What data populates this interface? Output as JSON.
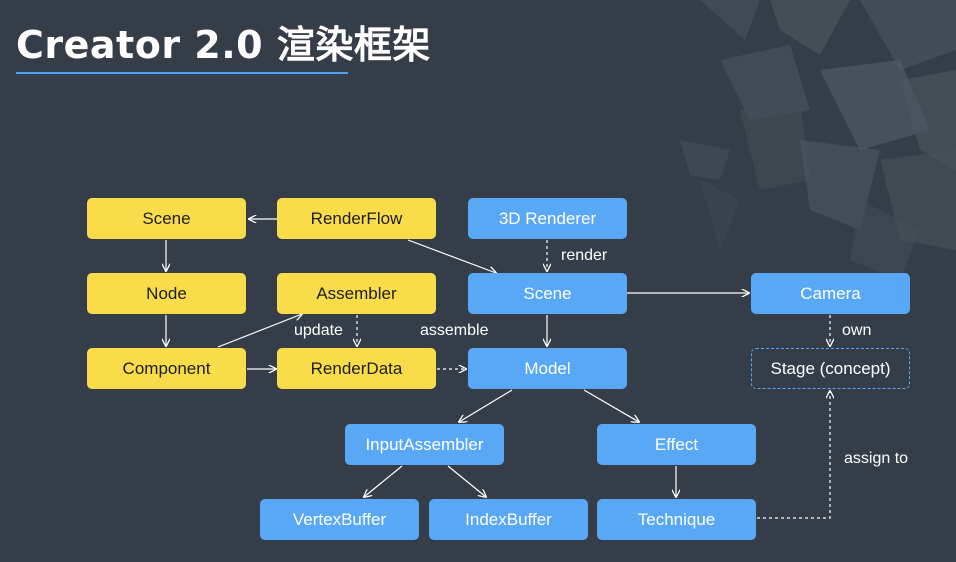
{
  "title": "Creator 2.0 渲染框架",
  "colors": {
    "background": "#353e48",
    "yellow_node": "#f8dc4a",
    "blue_node": "#58a8f6",
    "accent_underline": "#4aa3ff",
    "line": "#ffffff"
  },
  "nodes": {
    "scene_left": "Scene",
    "renderflow": "RenderFlow",
    "renderer3d": "3D Renderer",
    "node": "Node",
    "assembler": "Assembler",
    "scene_right": "Scene",
    "camera": "Camera",
    "component": "Component",
    "renderdata": "RenderData",
    "model": "Model",
    "stage": "Stage (concept)",
    "inputassembler": "InputAssembler",
    "effect": "Effect",
    "vertexbuffer": "VertexBuffer",
    "indexbuffer": "IndexBuffer",
    "technique": "Technique"
  },
  "edge_labels": {
    "render": "render",
    "update": "update",
    "assemble": "assemble",
    "own": "own",
    "assign_to": "assign to"
  }
}
